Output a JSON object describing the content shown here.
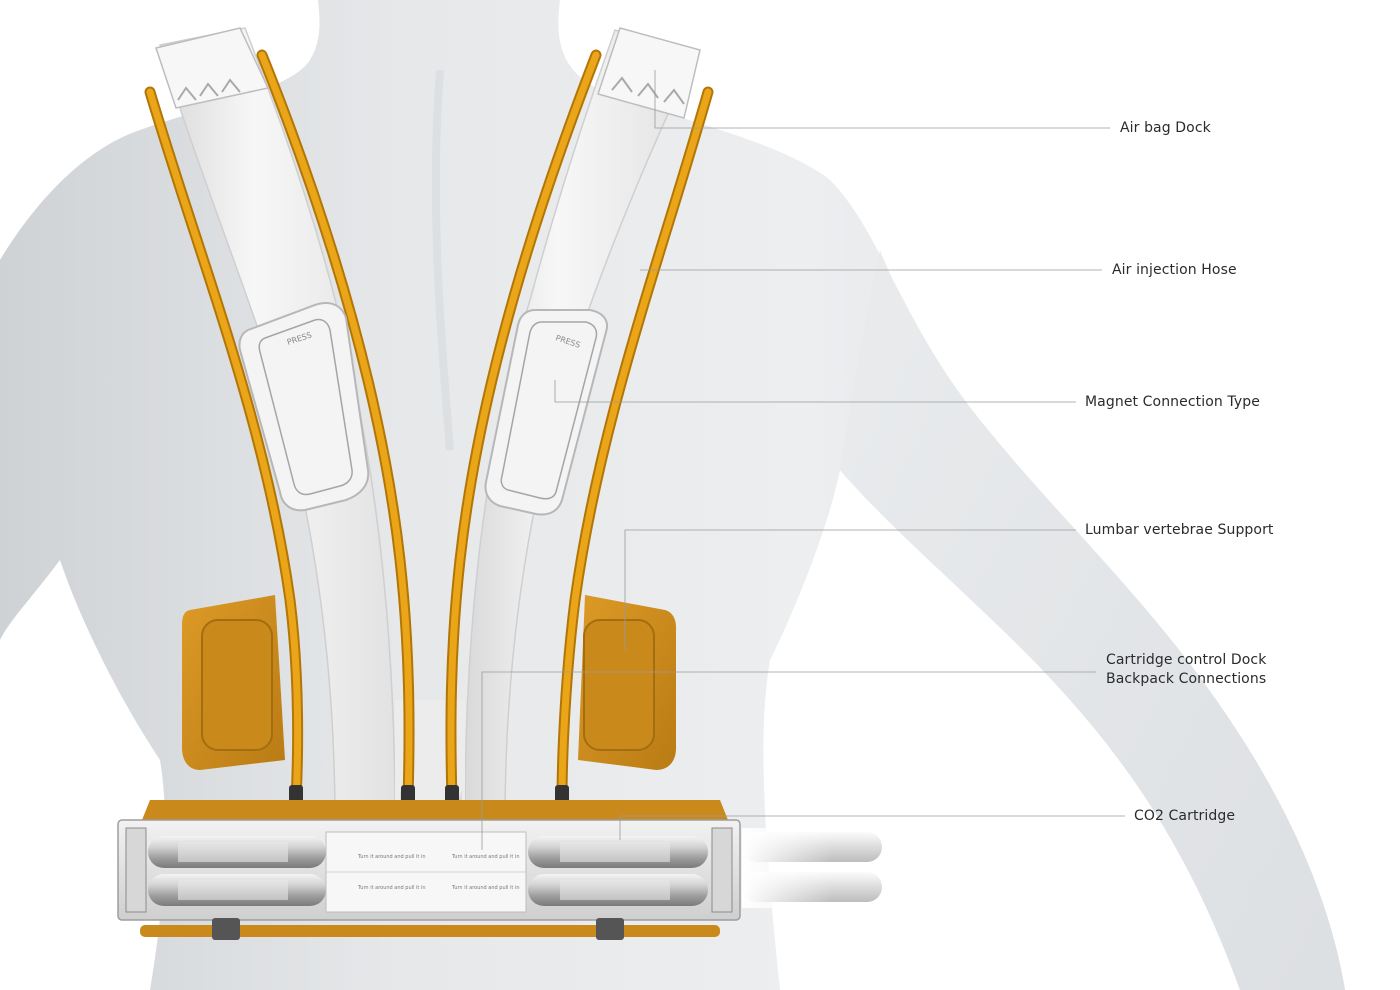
{
  "callouts": {
    "air_bag_dock": "Air bag Dock",
    "air_injection_hose": "Air injection Hose",
    "magnet_connection_type": "Magnet Connection Type",
    "lumbar_vertebrae_support": "Lumbar vertebrae Support",
    "cartridge_control_dock": "Cartridge control Dock",
    "backpack_connections": "Backpack Connections",
    "co2_cartridge": "CO2 Cartridge"
  },
  "device_labels": {
    "press": "PRESS",
    "turn_and_pull": "Turn it around and pull it in"
  },
  "colors": {
    "background": "#ffffff",
    "body": "#e4e6e8",
    "brace_white": "#f5f5f5",
    "hose_orange": "#e8a516",
    "pad_orange": "#d79320",
    "cartridge_silver": "#c9c9c9",
    "leader_line": "#9a9a9a"
  }
}
